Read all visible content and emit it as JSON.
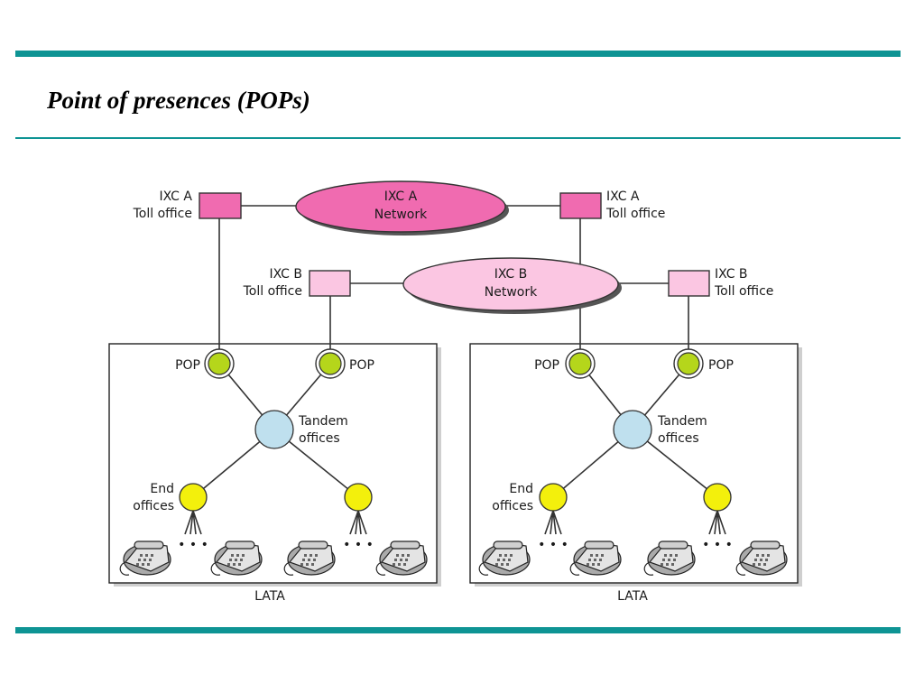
{
  "slide": {
    "title": "Point of presences (POPs)"
  },
  "diagram": {
    "ixc_a_network": [
      "IXC A",
      "Network"
    ],
    "ixc_b_network": [
      "IXC B",
      "Network"
    ],
    "ixc_a_toll_office": [
      "IXC A",
      "Toll office"
    ],
    "ixc_b_toll_office": [
      "IXC B",
      "Toll office"
    ],
    "pop": "POP",
    "tandem_offices": [
      "Tandem",
      "offices"
    ],
    "end_offices": [
      "End",
      "offices"
    ],
    "ellipsis": "• • •",
    "lata": "LATA"
  },
  "colors": {
    "accent_bar": "#0e9494",
    "ixc_a": "#f06bb0",
    "ixc_b": "#fbc6e2",
    "pop": "#b5d61b",
    "tandem": "#bfe0ee",
    "end_office": "#f3f00c"
  }
}
